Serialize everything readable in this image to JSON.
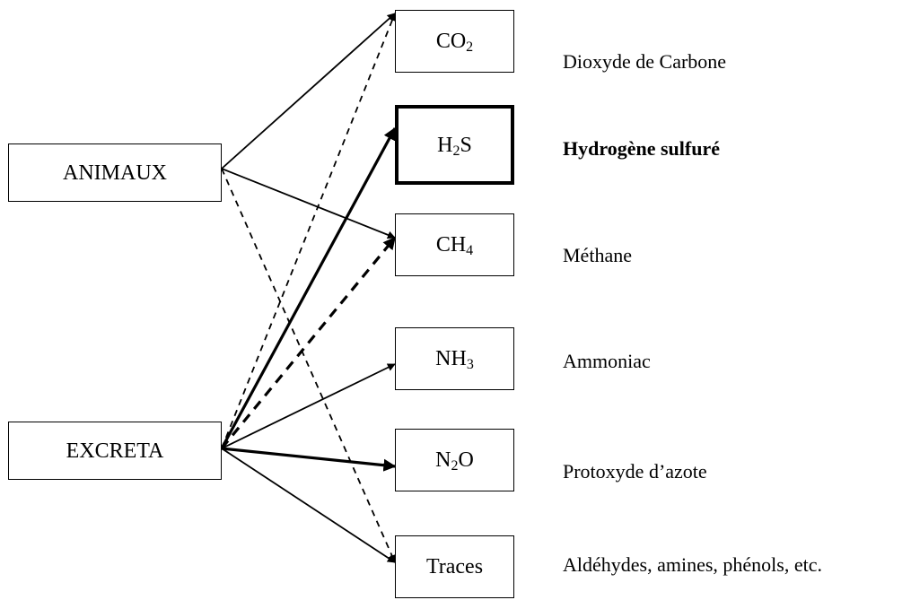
{
  "sources": [
    {
      "id": "animaux",
      "label": "ANIMAUX"
    },
    {
      "id": "excreta",
      "label": "EXCRETA"
    }
  ],
  "gases": [
    {
      "id": "co2",
      "main": "CO",
      "sub": "2",
      "tail": "",
      "description": "Dioxyde de Carbone",
      "emphasis": false
    },
    {
      "id": "h2s",
      "main": "H",
      "sub": "2",
      "tail": "S",
      "description": "Hydrogène sulfuré",
      "emphasis": true
    },
    {
      "id": "ch4",
      "main": "CH",
      "sub": "4",
      "tail": "",
      "description": "Méthane",
      "emphasis": false
    },
    {
      "id": "nh3",
      "main": "NH",
      "sub": "3",
      "tail": "",
      "description": "Ammoniac",
      "emphasis": false
    },
    {
      "id": "n2o",
      "main": "N",
      "sub": "2",
      "tail": "O",
      "description": "Protoxyde d’azote",
      "emphasis": false
    },
    {
      "id": "traces",
      "main": "Traces",
      "sub": "",
      "tail": "",
      "description": "Aldéhydes, amines, phénols, etc.",
      "emphasis": false
    }
  ],
  "links": [
    {
      "from": "animaux",
      "to": "co2",
      "style": "solid"
    },
    {
      "from": "animaux",
      "to": "ch4",
      "style": "solid"
    },
    {
      "from": "animaux",
      "to": "traces",
      "style": "dashed"
    },
    {
      "from": "excreta",
      "to": "co2",
      "style": "dashed"
    },
    {
      "from": "excreta",
      "to": "h2s",
      "style": "bold"
    },
    {
      "from": "excreta",
      "to": "ch4",
      "style": "bold-dashed"
    },
    {
      "from": "excreta",
      "to": "nh3",
      "style": "solid"
    },
    {
      "from": "excreta",
      "to": "n2o",
      "style": "bold"
    },
    {
      "from": "excreta",
      "to": "traces",
      "style": "solid"
    }
  ]
}
